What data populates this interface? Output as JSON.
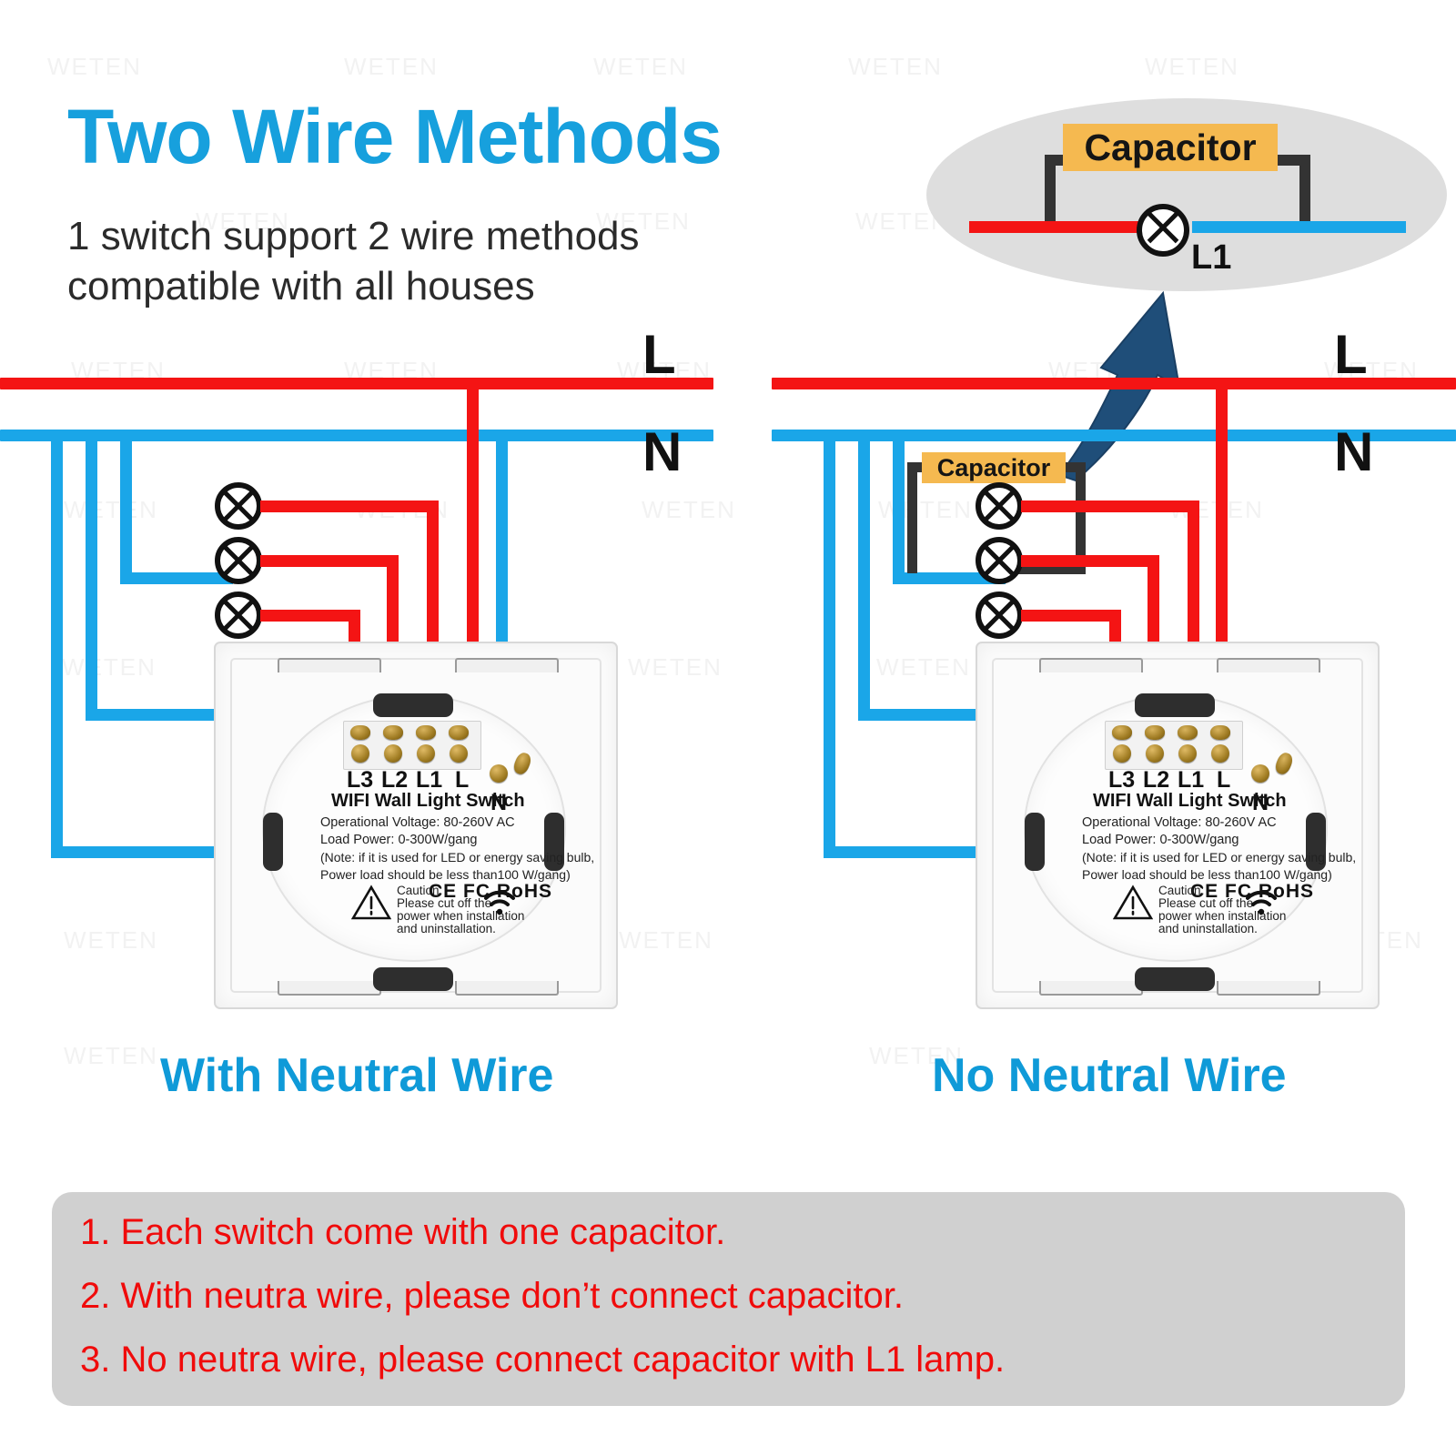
{
  "brand_watermark": "WETEN",
  "header": {
    "title": "Two Wire Methods",
    "subtitle_line1": "1 switch support 2 wire methods",
    "subtitle_line2": "compatible with all houses",
    "title_color": "#17a0dd"
  },
  "callout": {
    "capacitor_label": "Capacitor",
    "lamp_label": "L1",
    "bg_color": "#dedede",
    "capacitor_color": "#f5b950"
  },
  "diagrams": [
    {
      "caption": "With Neutral Wire",
      "live_label": "L",
      "neutral_label": "N",
      "has_capacitor": false,
      "has_neutral_wire": true,
      "lamp_count": 3
    },
    {
      "caption": "No Neutral Wire",
      "live_label": "L",
      "neutral_label": "N",
      "has_capacitor": true,
      "capacitor_label": "Capacitor",
      "has_neutral_wire": false,
      "lamp_count": 3
    }
  ],
  "switch_module": {
    "terminals": [
      "L3",
      "L2",
      "L1",
      "L"
    ],
    "neutral_terminal": "N",
    "product_name": "WIFI Wall Light Switch",
    "spec_voltage": "Operational Voltage: 80-260V AC",
    "spec_power": "Load Power: 0-300W/gang",
    "spec_note_line1": "(Note: if it is used for LED or energy saving bulb,",
    "spec_note_line2": "Power load should be less than100 W/gang)",
    "certifications": "CE FC RoHS",
    "caution_title": "Caution:",
    "caution_line1": "Please cut off the",
    "caution_line2": "power when installation",
    "caution_line3": "and uninstallation."
  },
  "notes": {
    "items": [
      "1. Each switch come with one capacitor.",
      "2. With neutra wire, please don’t connect capacitor.",
      "3. No neutra wire, please connect capacitor with L1 lamp."
    ],
    "bg_color": "#d0d0d0",
    "text_color": "#f00b0b"
  },
  "colors": {
    "live_wire": "#f41414",
    "neutral_wire": "#1aa6e8",
    "capacitor_wire": "#333333",
    "arrow": "#1f4e79"
  }
}
